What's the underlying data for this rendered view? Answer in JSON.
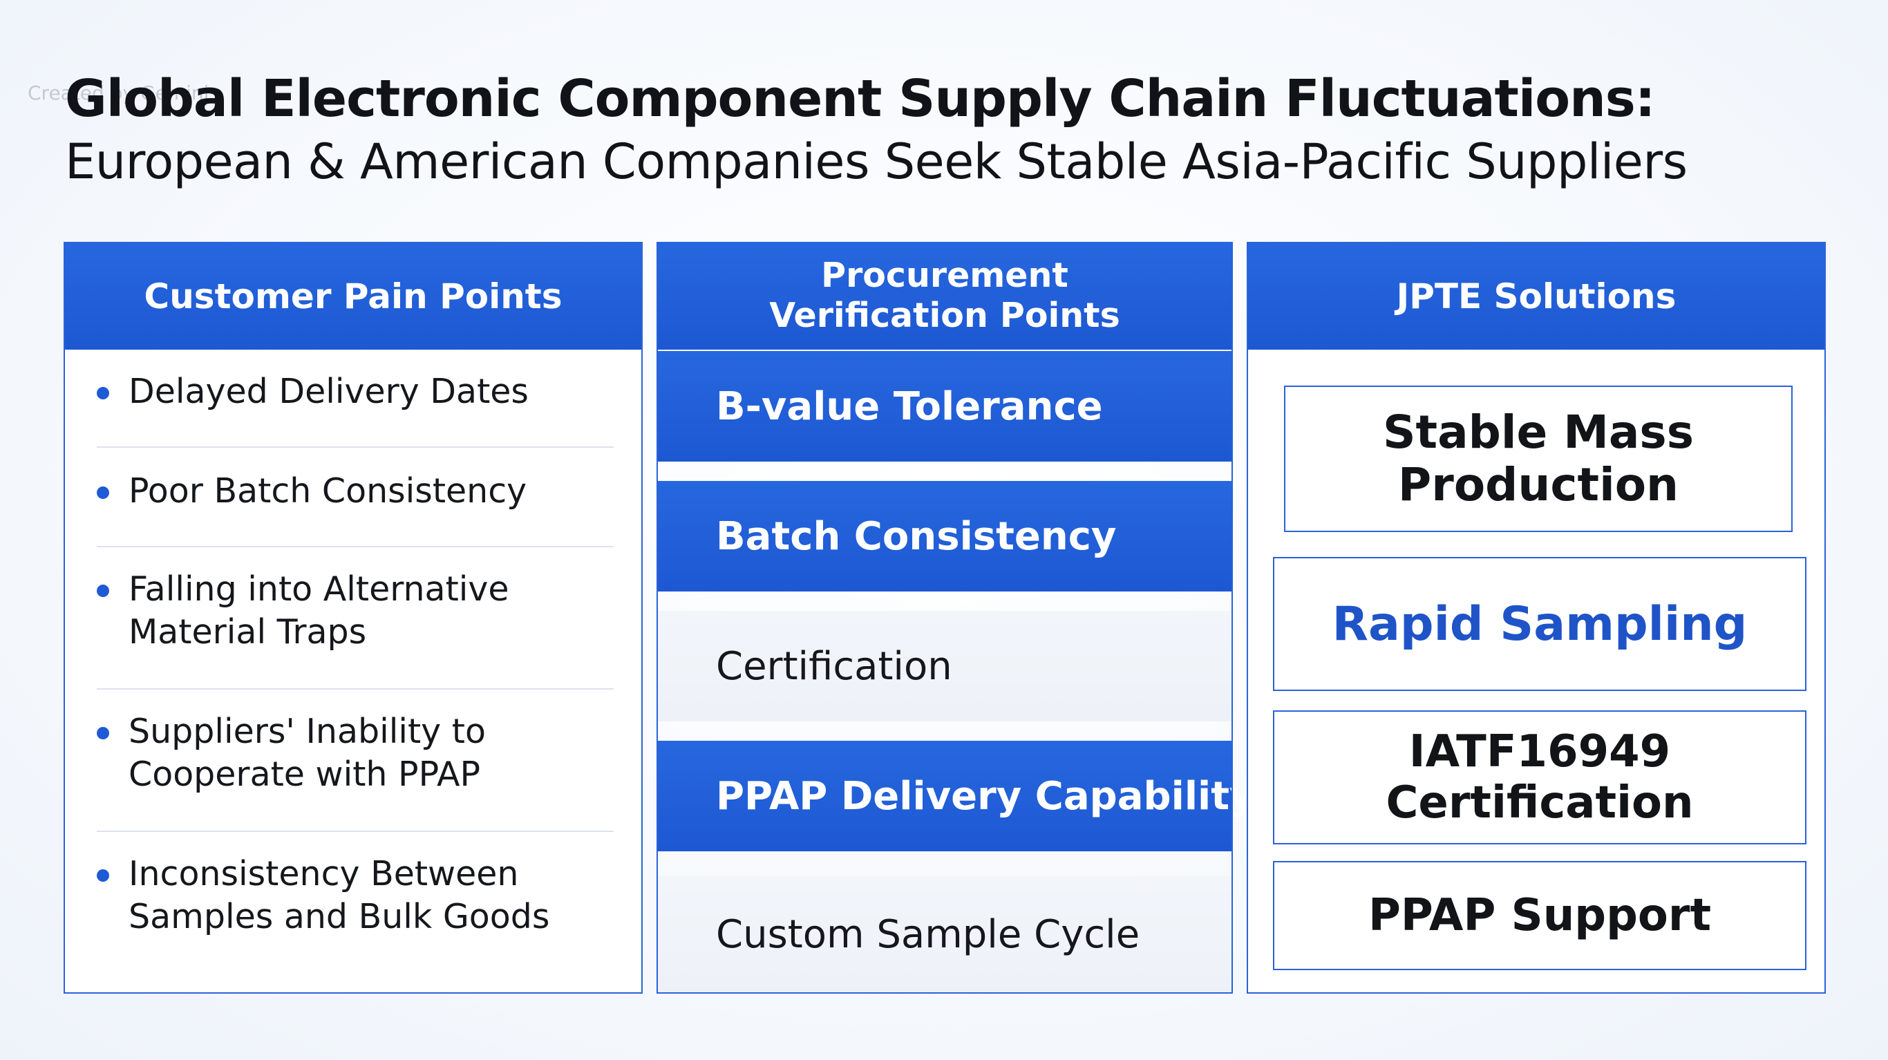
{
  "watermark": "Created by Gemini",
  "title": {
    "line1": "Global Electronic Component Supply Chain Fluctuations:",
    "line2": "European & American Companies Seek Stable Asia-Pacific Suppliers"
  },
  "columns": {
    "pain_points": {
      "header": "Customer Pain Points",
      "items": [
        "Delayed Delivery Dates",
        "Poor Batch Consistency",
        "Falling into Alternative Material Traps",
        "Suppliers' Inability to Cooperate with PPAP",
        "Inconsistency Between Samples and Bulk Goods"
      ]
    },
    "procurement": {
      "header_line1": "Procurement",
      "header_line2": "Verification Points",
      "items": [
        {
          "label": "B-value Tolerance",
          "highlight": true
        },
        {
          "label": "Batch Consistency",
          "highlight": true
        },
        {
          "label": "Certification",
          "highlight": false
        },
        {
          "label": "PPAP Delivery Capability",
          "highlight": true
        },
        {
          "label": "Custom Sample Cycle",
          "highlight": false
        }
      ]
    },
    "solutions": {
      "header": "JPTE Solutions",
      "items": [
        {
          "line1": "Stable Mass",
          "line2": "Production",
          "accent": false
        },
        {
          "line1": "Rapid Sampling",
          "line2": "",
          "accent": true
        },
        {
          "line1": "IATF16949",
          "line2": "Certification",
          "accent": false
        },
        {
          "line1": "PPAP Support",
          "line2": "",
          "accent": false
        }
      ]
    }
  },
  "colors": {
    "brand_blue": "#1f5ad6",
    "accent_text": "#1f54c8",
    "light_row": "#f0f4f9"
  }
}
